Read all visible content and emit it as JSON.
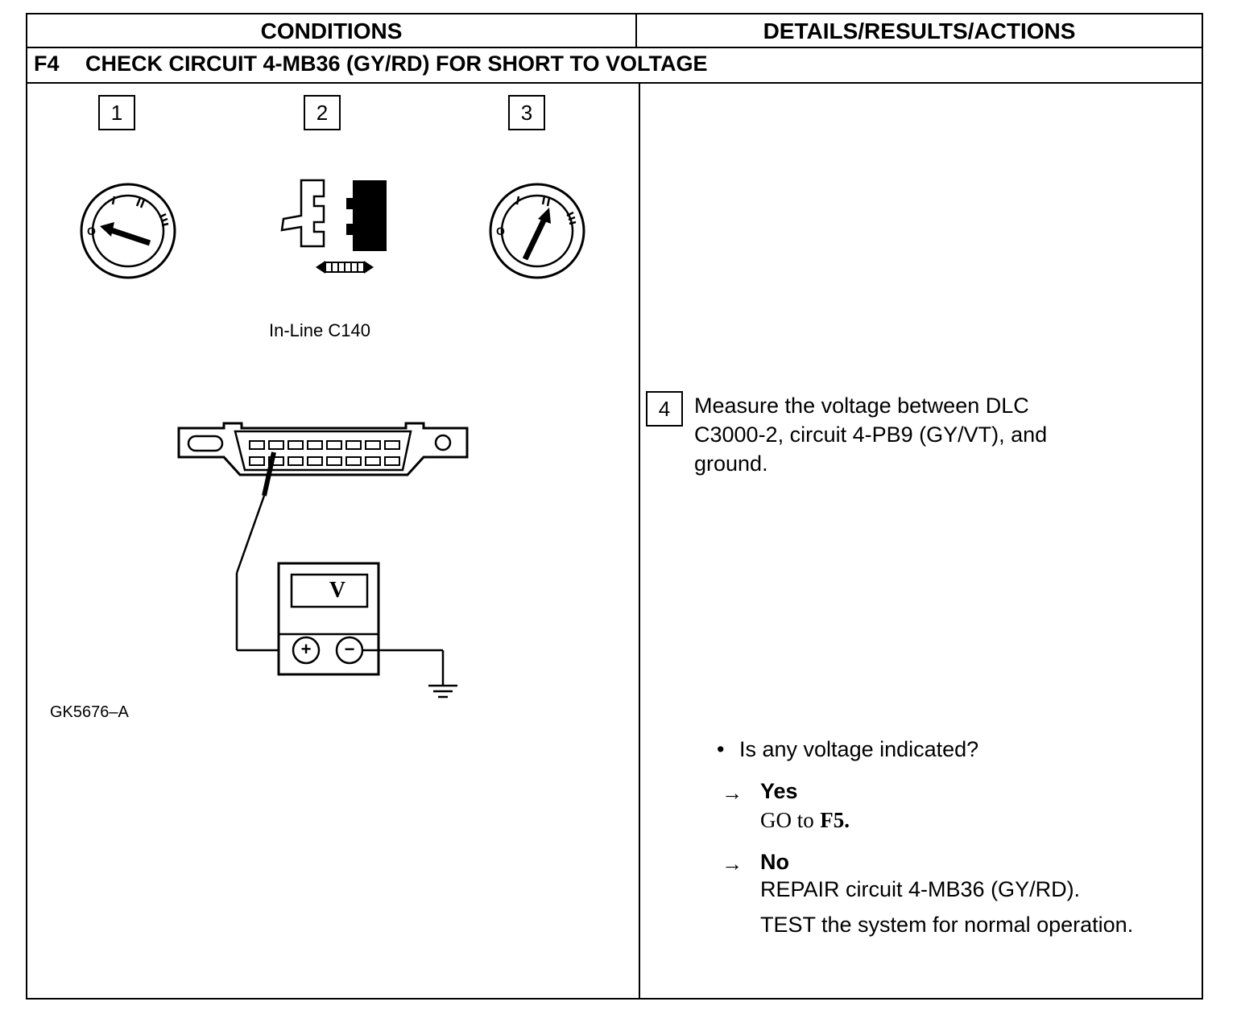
{
  "header": {
    "conditions": "CONDITIONS",
    "details": "DETAILS/RESULTS/ACTIONS"
  },
  "test": {
    "code": "F4",
    "title": "CHECK CIRCUIT 4-MB36 (GY/RD) FOR SHORT TO VOLTAGE"
  },
  "steps": {
    "s1": "1",
    "s2": "2",
    "s3": "3",
    "s4": "4"
  },
  "figure": {
    "connector_label": "In-Line C140",
    "meter_label": "V",
    "figure_id": "GK5676–A",
    "plus": "+",
    "minus": "−"
  },
  "instruction": {
    "line1": "Measure the voltage between DLC",
    "line2": "C3000-2, circuit 4-PB9 (GY/VT), and",
    "line3": "ground."
  },
  "question": {
    "bullet": "•",
    "text": "Is any voltage indicated?"
  },
  "answers": {
    "arrow": "→",
    "yes_label": "Yes",
    "yes_action_prefix": "GO to",
    "yes_action_target": "F5.",
    "no_label": "No",
    "no_action_1": "REPAIR circuit 4-MB36 (GY/RD).",
    "no_action_2": "TEST the system for normal operation."
  }
}
